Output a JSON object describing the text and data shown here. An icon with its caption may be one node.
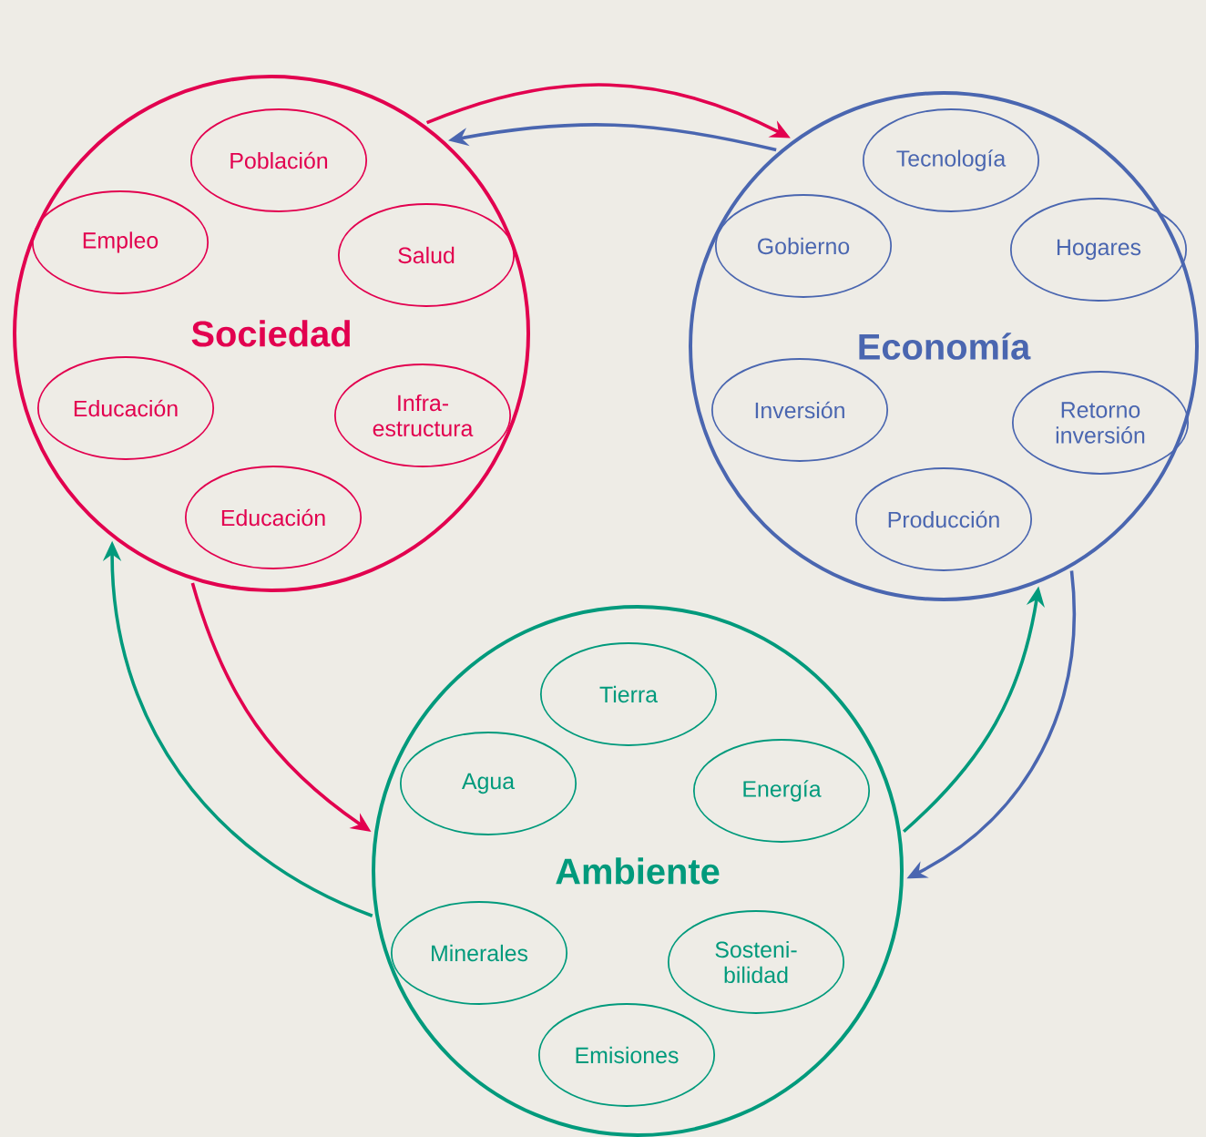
{
  "diagram": {
    "nodes": [
      {
        "text": [
          "Sociedad"
        ]
      },
      {
        "text": [
          "Población"
        ],
        "in": 0
      },
      {
        "text": [
          "Empleo"
        ],
        "in": 0
      },
      {
        "text": [
          "Salud"
        ],
        "in": 0
      },
      {
        "text": [
          "Educación"
        ],
        "in": 0
      },
      {
        "text": [
          "Infra- estructura"
        ],
        "in": 0
      },
      {
        "text": [
          "Educación"
        ],
        "in": 0
      },
      {
        "text": [
          "Economía"
        ]
      },
      {
        "text": [
          "Tecnología"
        ],
        "in": 7
      },
      {
        "text": [
          "Gobierno"
        ],
        "in": 7
      },
      {
        "text": [
          "Hogares"
        ],
        "in": 7
      },
      {
        "text": [
          "Inversión"
        ],
        "in": 7
      },
      {
        "text": [
          "Retorno inversión"
        ],
        "in": 7
      },
      {
        "text": [
          "Producción"
        ],
        "in": 7
      },
      {
        "text": [
          "Ambiente"
        ]
      },
      {
        "text": [
          "Tierra"
        ],
        "in": 14
      },
      {
        "text": [
          "Agua"
        ],
        "in": 14
      },
      {
        "text": [
          "Energía"
        ],
        "in": 14
      },
      {
        "text": [
          "Minerales"
        ],
        "in": 14
      },
      {
        "text": [
          "Sosteni- bilidad"
        ],
        "in": 14
      },
      {
        "text": [
          "Emisiones"
        ],
        "in": 14
      }
    ],
    "edges": [
      {
        "from": 0,
        "to": 7,
        "arrow": "to",
        "color": "#e2004f"
      },
      {
        "from": 7,
        "to": 0,
        "arrow": "to",
        "color": "#4a66b0"
      },
      {
        "from": 0,
        "to": 14,
        "arrow": "to",
        "color": "#e2004f"
      },
      {
        "from": 14,
        "to": 0,
        "arrow": "to",
        "color": "#009a7c"
      },
      {
        "from": 7,
        "to": 14,
        "arrow": "to",
        "color": "#4a66b0"
      },
      {
        "from": 14,
        "to": 7,
        "arrow": "to",
        "color": "#009a7c"
      }
    ]
  }
}
